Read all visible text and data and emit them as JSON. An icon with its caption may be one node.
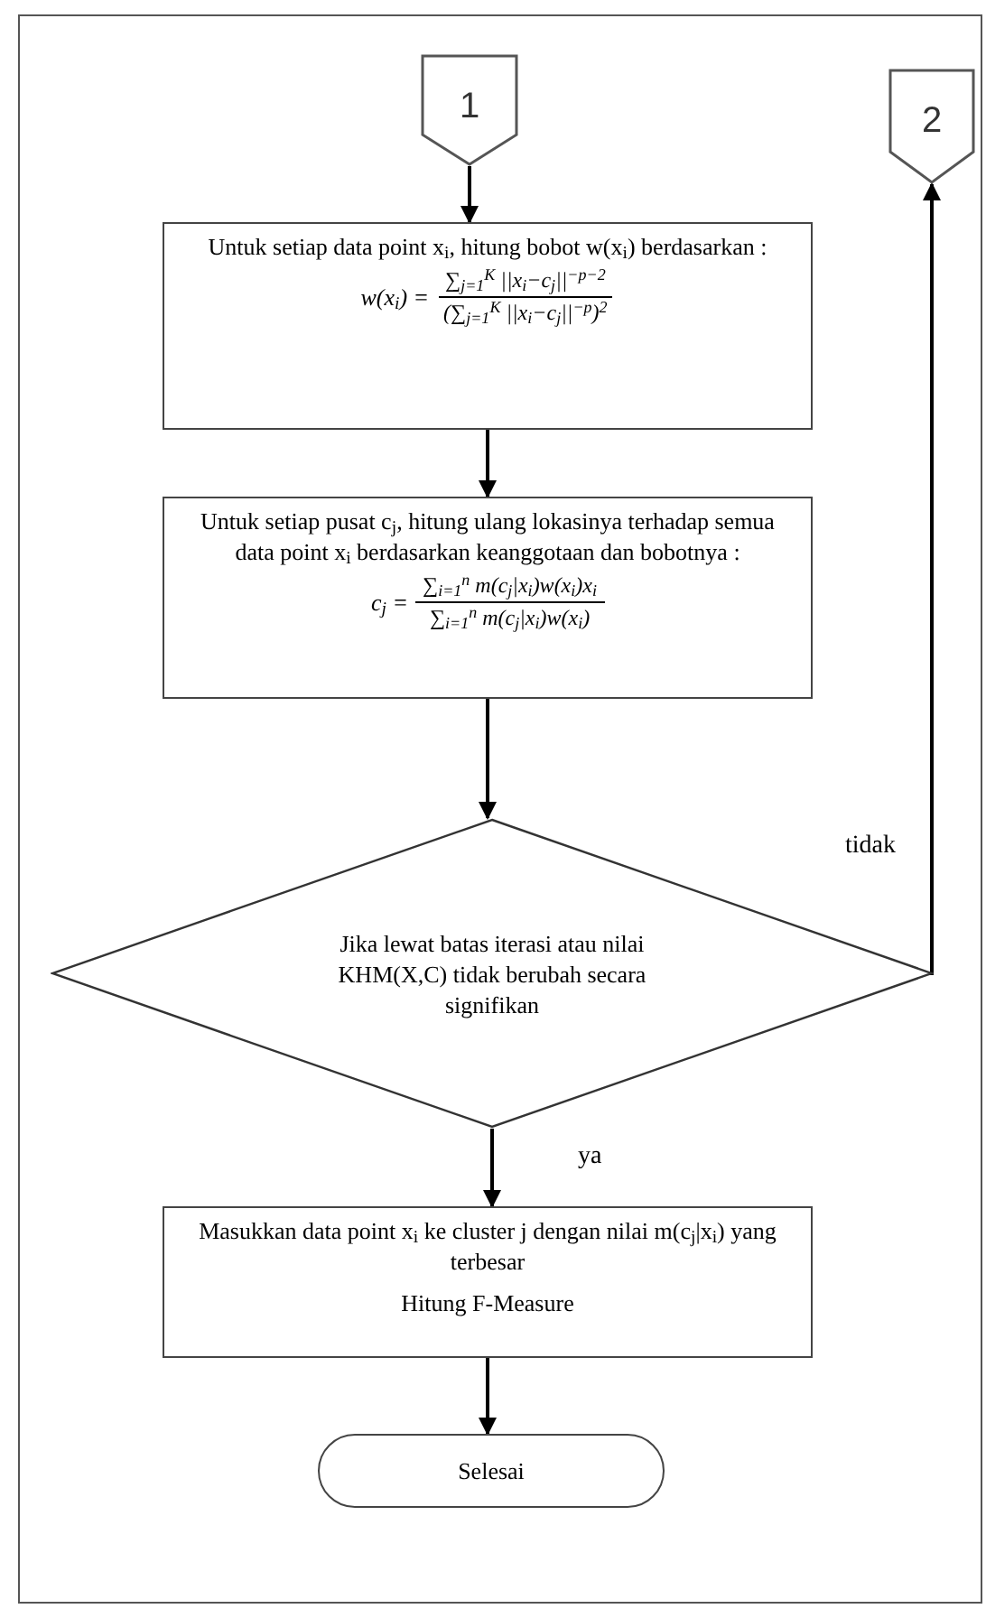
{
  "diagram": {
    "nodes": [
      {
        "text": [
          "1"
        ]
      },
      {
        "text": [
          "2"
        ]
      },
      {
        "text": [
          "Untuk setiap data point x$_{i}$, hitung bobot w(x$_{i}$) berdasarkan :",
          "w(x$_{i}$) =",
          "∑$_{j=1}$$^{K}$ ||x$_{i}$−c$_{j}$||$^{−p−2}$",
          "(∑$_{j=1}$$^{K}$ ||x$_{i}$−c$_{j}$||$^{−p}$)$^{2}$"
        ]
      },
      {
        "text": [
          "Untuk setiap pusat c$_{j}$, hitung ulang lokasinya terhadap semua data point x$_{i}$ berdasarkan keanggotaan dan bobotnya :",
          "c$_{j}$ =",
          "∑$_{i=1}$$^{n}$ m(c$_{j}$|x$_{i}$)w(x$_{i}$)x$_{i}$",
          "∑$_{i=1}$$^{n}$ m(c$_{j}$|x$_{i}$)w(x$_{i}$)"
        ]
      },
      {
        "text": [
          "Jika lewat batas iterasi  atau nilai KHM(X,C) tidak berubah secara signifikan"
        ]
      },
      {
        "text": [
          "Masukkan data point x$_{i}$ ke cluster j dengan nilai m(c$_{j}$|x$_{i}$) yang terbesar",
          "Hitung F-Measure"
        ]
      },
      {
        "text": [
          "Selesai"
        ]
      }
    ],
    "edges": [
      {
        "from": 0,
        "to": 2,
        "arrow": "to"
      },
      {
        "from": 2,
        "to": 3,
        "arrow": "to"
      },
      {
        "from": 3,
        "to": 4,
        "arrow": "to"
      },
      {
        "from": 4,
        "to": 1,
        "arrow": "to",
        "label": "tidak"
      },
      {
        "from": 4,
        "to": 5,
        "arrow": "to",
        "label": "ya"
      },
      {
        "from": 5,
        "to": 6,
        "arrow": "to"
      }
    ]
  }
}
